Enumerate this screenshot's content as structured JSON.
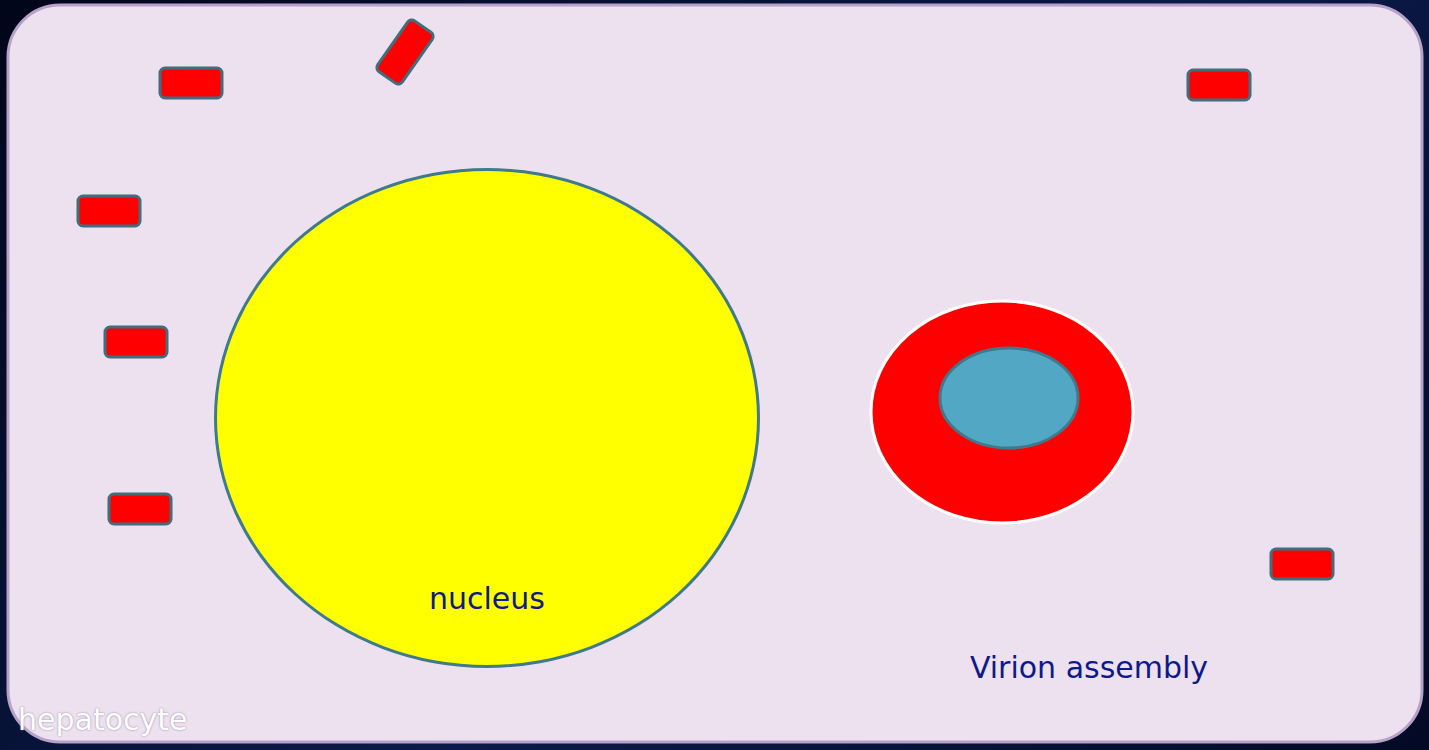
{
  "diagram": {
    "nodes": [
      {
        "text": [
          "hepatocyte"
        ]
      },
      {
        "text": [
          "nucleus"
        ],
        "in": 0
      }
    ],
    "labels": [
      "Virion assembly"
    ]
  }
}
